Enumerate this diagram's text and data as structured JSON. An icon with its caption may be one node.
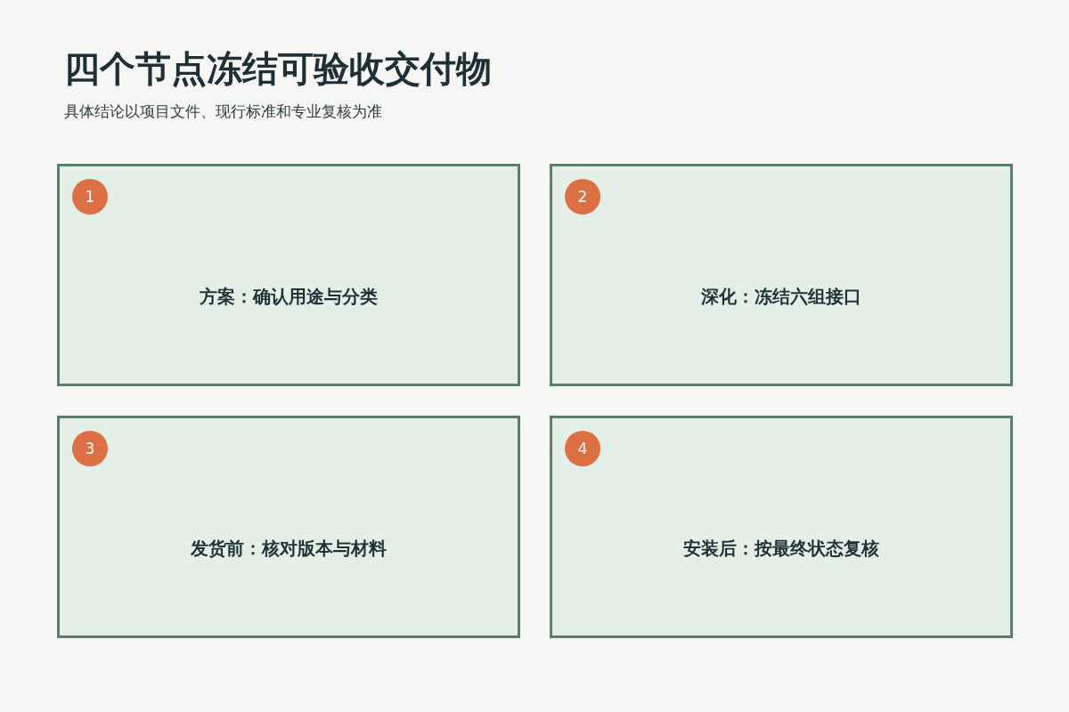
{
  "diagram": {
    "title": "四个节点冻结可验收交付物",
    "nodes": [
      {
        "text": [
          "方案：确认用途与分类"
        ]
      },
      {
        "text": [
          "1"
        ],
        "in": 0
      },
      {
        "text": [
          "深化：冻结六组接口"
        ]
      },
      {
        "text": [
          "2"
        ],
        "in": 2
      },
      {
        "text": [
          "发货前：核对版本与材料"
        ]
      },
      {
        "text": [
          "3"
        ],
        "in": 4
      },
      {
        "text": [
          "安装后：按最终状态复核"
        ]
      },
      {
        "text": [
          "4"
        ],
        "in": 6
      }
    ],
    "labels": [
      "具体结论以项目文件、现行标准和专业复核为准"
    ]
  }
}
